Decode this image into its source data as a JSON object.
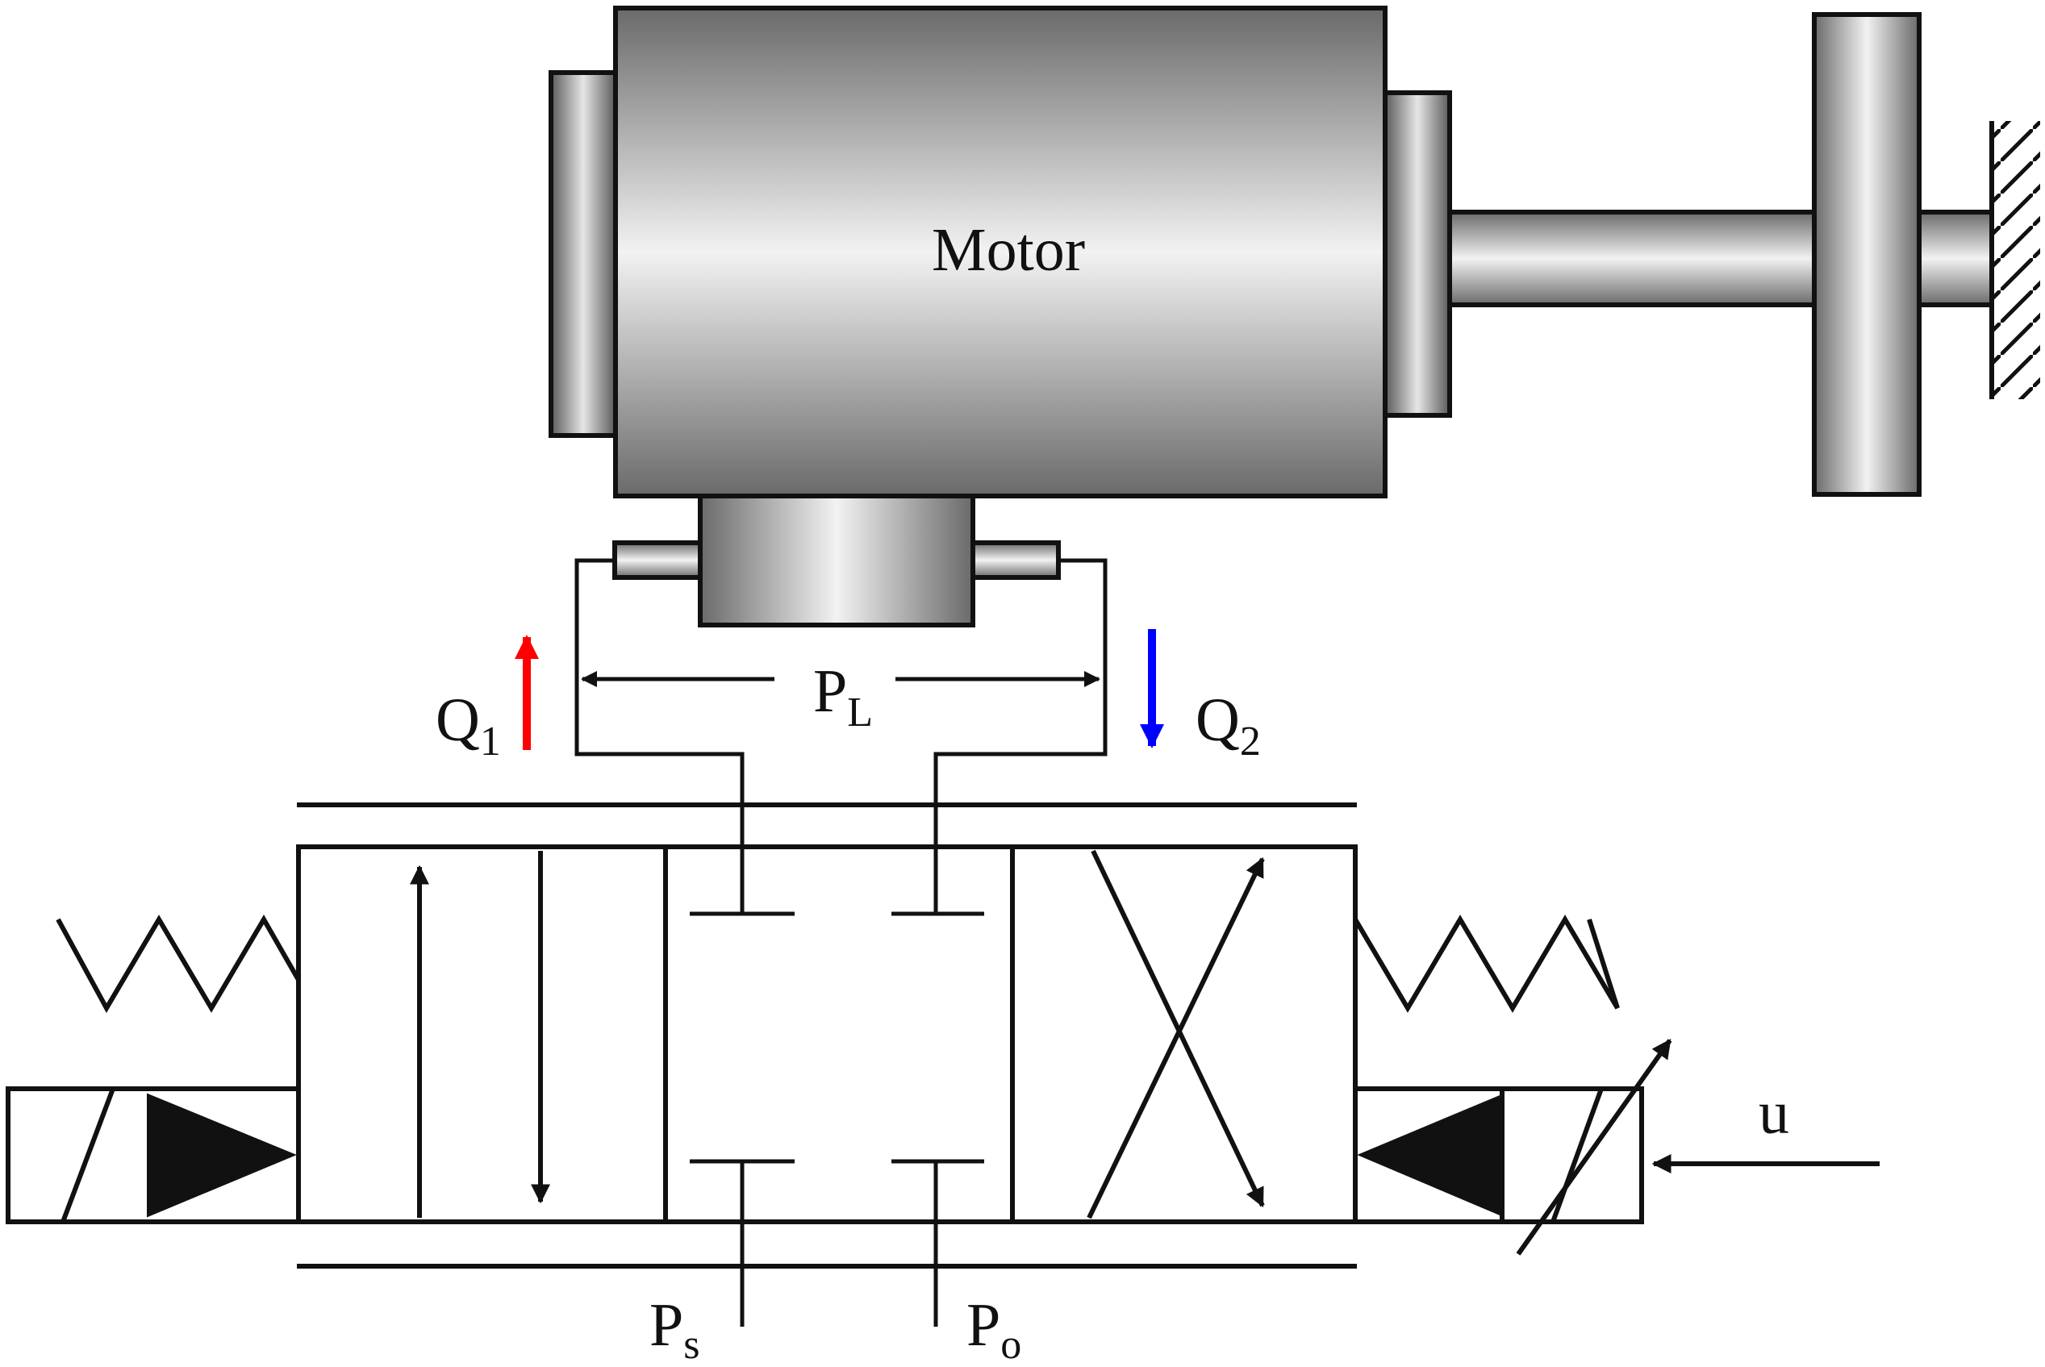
{
  "labels": {
    "motor": "Motor",
    "pl_main": "P",
    "pl_sub": "L",
    "q1_main": "Q",
    "q1_sub": "1",
    "q2_main": "Q",
    "q2_sub": "2",
    "ps_main": "P",
    "ps_sub": "s",
    "po_main": "P",
    "po_sub": "o",
    "input": "u"
  },
  "colors": {
    "q1_arrow": "#ff0000",
    "q2_arrow": "#0000ff",
    "line": "#111111"
  }
}
